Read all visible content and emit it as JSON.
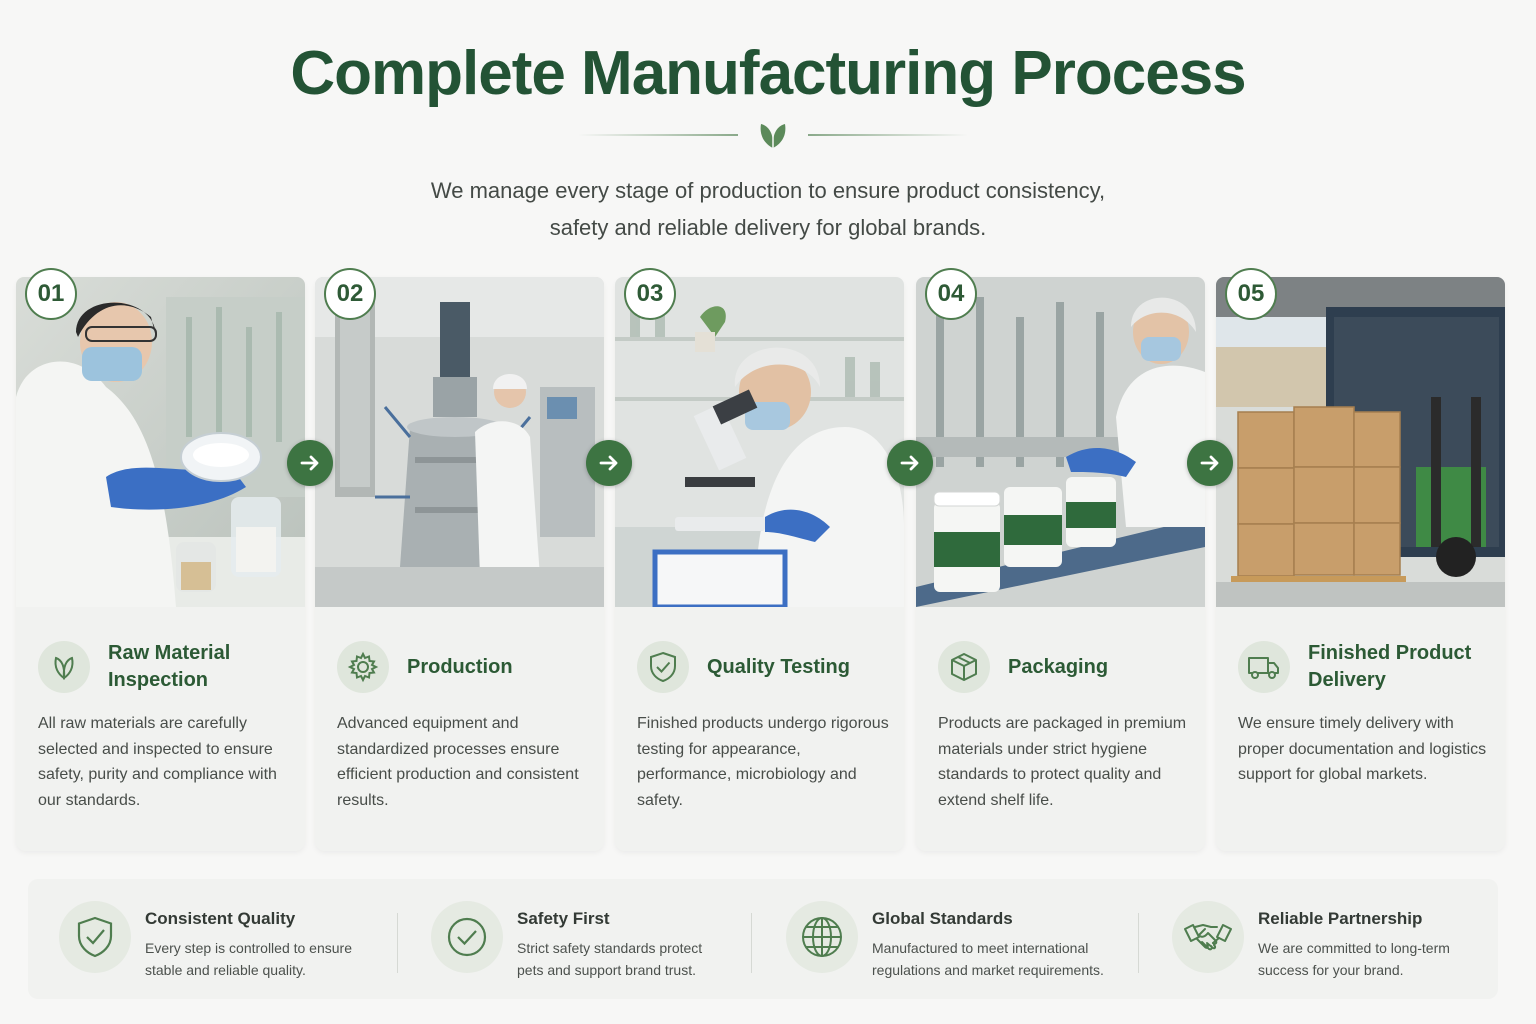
{
  "header": {
    "title": "Complete Manufacturing Process",
    "subtitle_line1": "We manage every stage of production to ensure product consistency,",
    "subtitle_line2": "safety and reliable delivery for global brands."
  },
  "steps": [
    {
      "number": "01",
      "title_line1": "Raw Material",
      "title_line2": "Inspection",
      "icon": "leaf-icon",
      "description": "All raw materials are carefully selected and inspected to ensure safety, purity and compliance with our standards."
    },
    {
      "number": "02",
      "title_line1": "Production",
      "title_line2": "",
      "icon": "gear-icon",
      "description": "Advanced equipment and standardized processes ensure efficient production and consistent results."
    },
    {
      "number": "03",
      "title_line1": "Quality Testing",
      "title_line2": "",
      "icon": "shield-check-icon",
      "description": "Finished products undergo rigorous testing for appearance, performance, microbiology and safety."
    },
    {
      "number": "04",
      "title_line1": "Packaging",
      "title_line2": "",
      "icon": "box-icon",
      "description": "Products are packaged in premium materials under strict hygiene standards to protect quality and extend shelf life."
    },
    {
      "number": "05",
      "title_line1": "Finished Product",
      "title_line2": "Delivery",
      "icon": "truck-icon",
      "description": "We ensure timely delivery with proper documentation and logistics support for global markets."
    }
  ],
  "features": [
    {
      "title": "Consistent Quality",
      "icon": "shield-check-icon",
      "line1": "Every step is controlled to ensure",
      "line2": "stable and reliable quality."
    },
    {
      "title": "Safety First",
      "icon": "check-circle-icon",
      "line1": "Strict safety standards protect",
      "line2": "pets and support brand trust."
    },
    {
      "title": "Global Standards",
      "icon": "globe-icon",
      "line1": "Manufactured to meet international",
      "line2": "regulations and market requirements."
    },
    {
      "title": "Reliable Partnership",
      "icon": "handshake-icon",
      "line1": "We are committed to long-term",
      "line2": "success for your brand."
    }
  ],
  "colors": {
    "brand_green": "#235335",
    "accent_green": "#3d7442",
    "icon_bg": "#dfe6dc"
  }
}
